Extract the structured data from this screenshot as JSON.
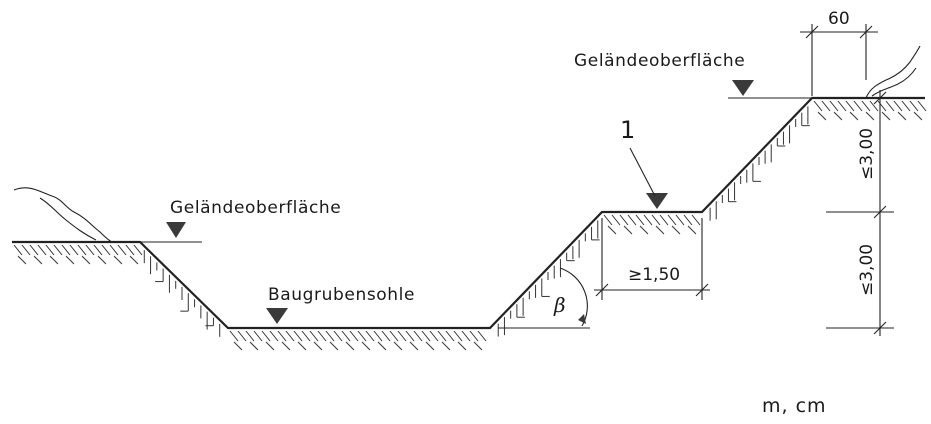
{
  "labels": {
    "surface_left": "Geländeoberfläche",
    "surface_right": "Geländeoberfläche",
    "pit_bottom": "Baugrubensohle",
    "berm_marker": "1",
    "angle": "β"
  },
  "dimensions": {
    "top_edge": "60",
    "berm_width": "≥1,50",
    "upper_height": "≤3,00",
    "lower_height": "≤3,00"
  },
  "units": "m, cm",
  "colors": {
    "line": "#222222",
    "marker": "#3a3a3a"
  }
}
